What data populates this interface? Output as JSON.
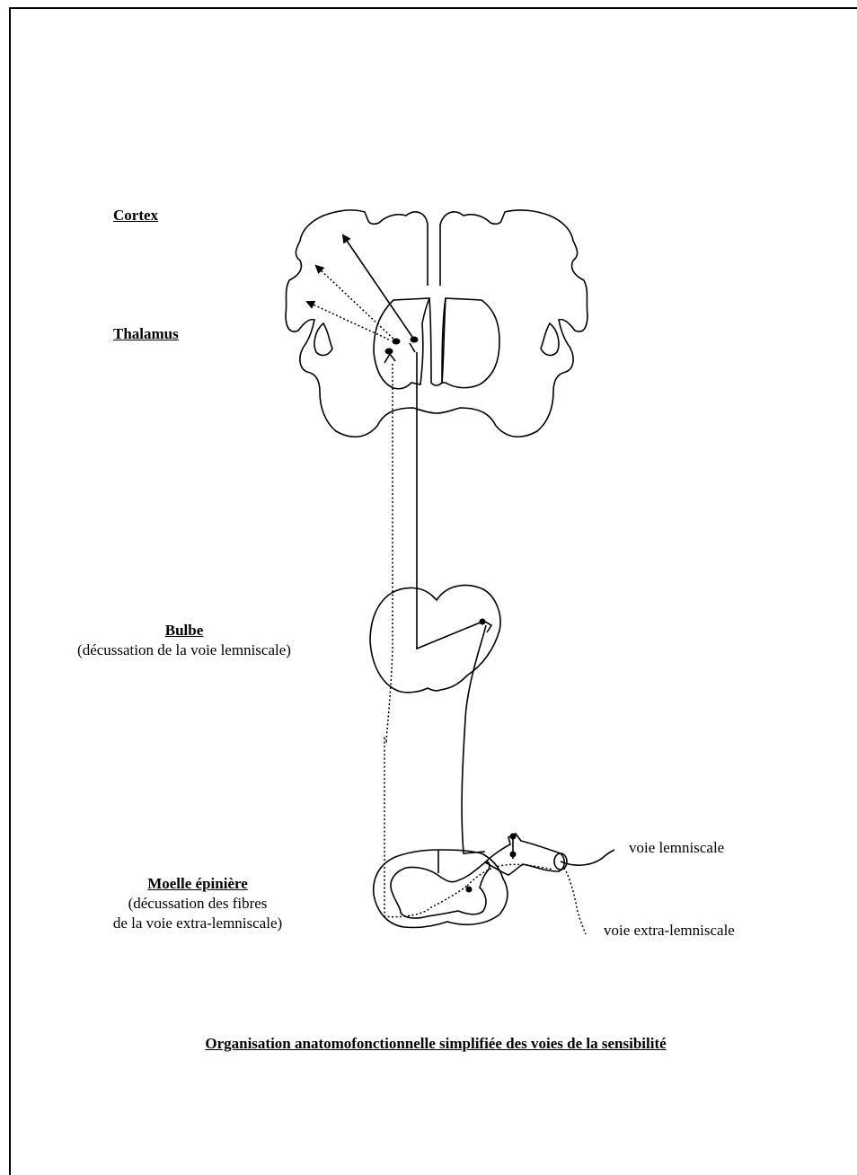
{
  "labels": {
    "cortex": "Cortex",
    "thalamus": "Thalamus",
    "bulbe": "Bulbe",
    "bulbe_note": "(décussation de la voie lemniscale)",
    "moelle": "Moelle épinière",
    "moelle_note_1": "(décussation des fibres",
    "moelle_note_2": "de la voie extra-lemniscale)",
    "voie_lemniscale": "voie lemniscale",
    "voie_extra": "voie extra-lemniscale"
  },
  "caption": "Organisation anatomofonctionnelle simplifiée des voies de la sensibilité"
}
